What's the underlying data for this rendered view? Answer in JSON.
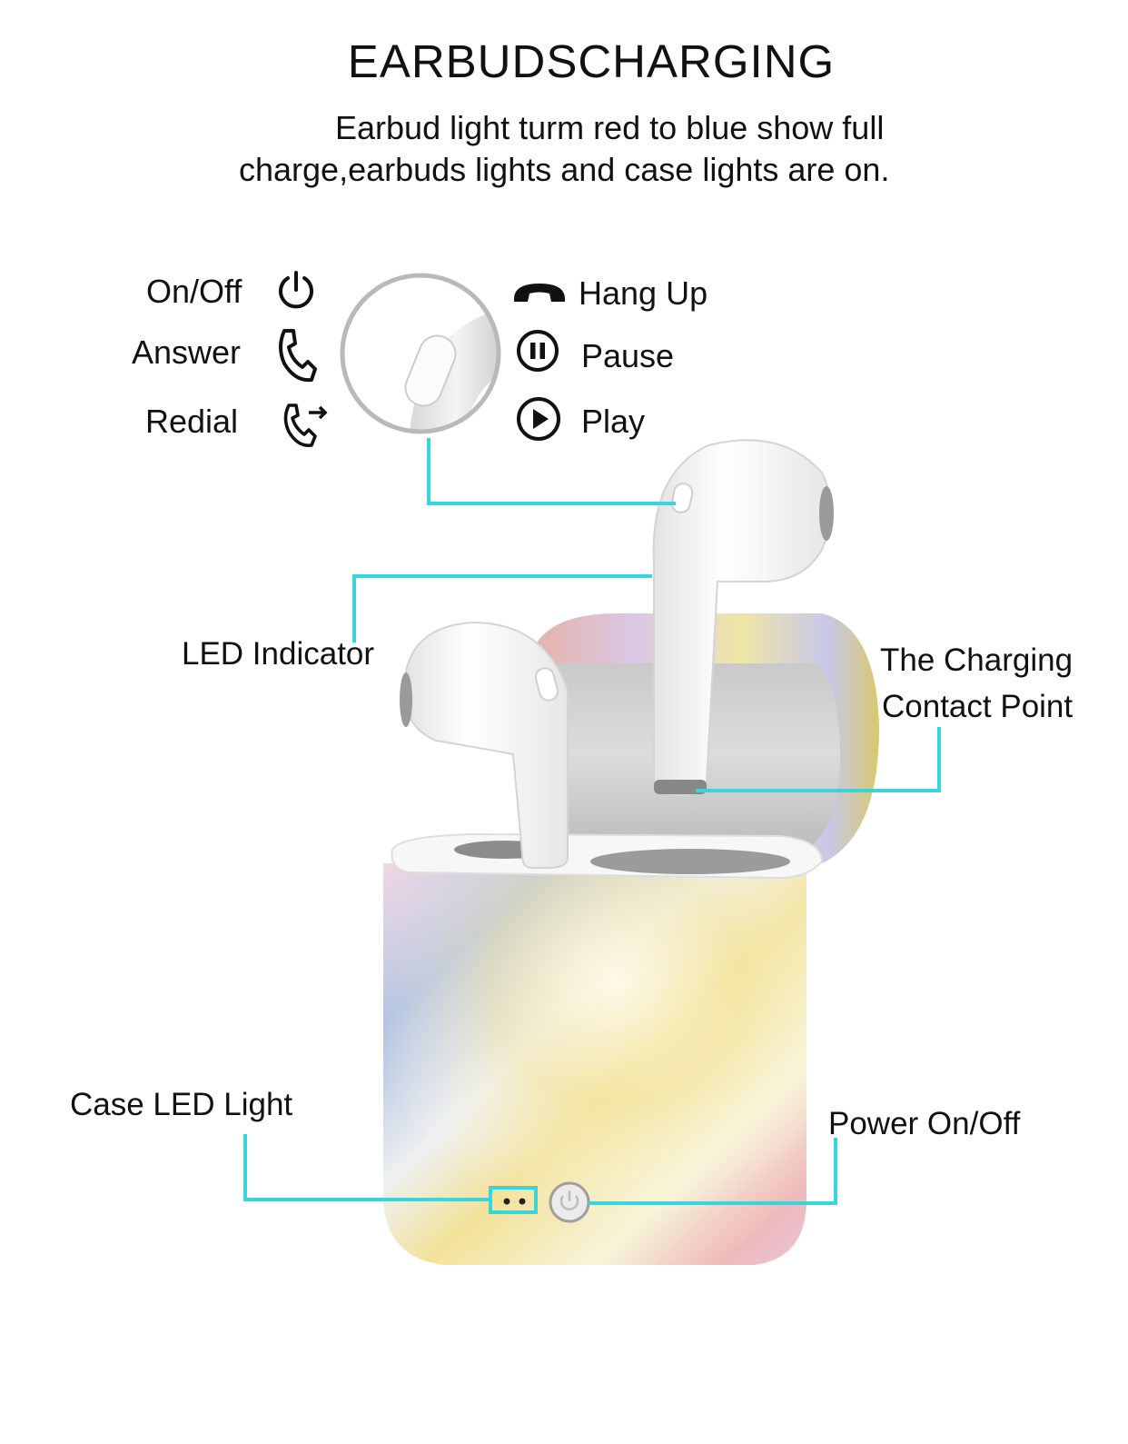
{
  "header": {
    "title": "EARBUDSCHARGING",
    "subtitle_line1": "Earbud light turm red to blue show full",
    "subtitle_line2": "charge,earbuds lights and case lights are on."
  },
  "button_functions": {
    "left": [
      {
        "label": "On/Off",
        "icon": "power-icon"
      },
      {
        "label": "Answer",
        "icon": "phone-icon"
      },
      {
        "label": "Redial",
        "icon": "phone-redial-icon"
      }
    ],
    "right": [
      {
        "label": "Hang Up",
        "icon": "hang-up-icon"
      },
      {
        "label": "Pause",
        "icon": "pause-circle-icon"
      },
      {
        "label": "Play",
        "icon": "play-circle-icon"
      }
    ]
  },
  "callouts": {
    "led_indicator": "LED Indicator",
    "charging_contact_line1": "The Charging",
    "charging_contact_line2": "Contact Point",
    "case_led_light": "Case LED Light",
    "power_on_off": "Power On/Off"
  },
  "colors": {
    "leader_line": "#37d6dc",
    "text": "#111111",
    "background": "#ffffff"
  }
}
